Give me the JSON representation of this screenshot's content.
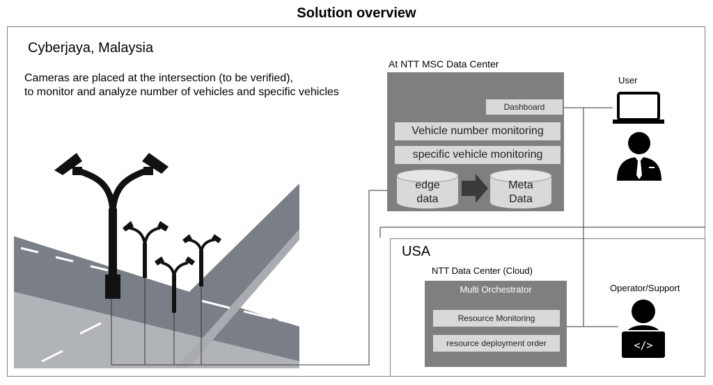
{
  "title": "Solution overview",
  "malaysia": {
    "label": "Cyberjaya, Malaysia",
    "description_line1": "Cameras are placed at the intersection (to be verified),",
    "description_line2": "to monitor and analyze number of vehicles and specific vehicles"
  },
  "msc": {
    "label": "At NTT MSC Data Center",
    "dashboard": "Dashboard",
    "vehicle_number": "Vehicle number monitoring",
    "specific_vehicle": "specific vehicle monitoring",
    "edge_line1": "edge",
    "edge_line2": "data",
    "meta_line1": "Meta",
    "meta_line2": "Data"
  },
  "user": {
    "label": "User"
  },
  "usa": {
    "label": "USA",
    "cloud_label": "NTT Data Center (Cloud)",
    "orchestrator": "Multi Orchestrator",
    "resource_monitoring": "Resource Monitoring",
    "deployment_order": "resource deployment order"
  },
  "operator": {
    "label": "Operator/Support"
  },
  "colors": {
    "panel_gray": "#7f7f7f",
    "box_light": "#d9d9d9",
    "road": "#7a7f87",
    "frame": "#7f7f7f"
  }
}
